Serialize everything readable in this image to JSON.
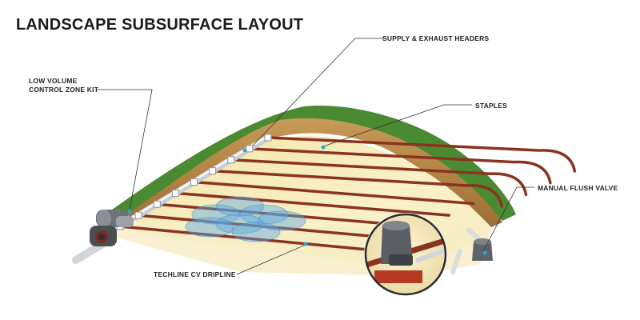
{
  "title": "LANDSCAPE SUBSURFACE LAYOUT",
  "labels": {
    "control_zone_kit": [
      "LOW VOLUME",
      "CONTROL ZONE KIT"
    ],
    "headers": "SUPPLY & EXHAUST HEADERS",
    "staples": "STAPLES",
    "flush_valve": "MANUAL FLUSH VALVE",
    "dripline": "TECHLINE CV DRIPLINE"
  },
  "colors": {
    "grass": "#3f7d2a",
    "soil": "#b98a4a",
    "sand": "#f6eab8",
    "dripline": "#8a3320",
    "header_pipe": "#d9dde2",
    "callout_dot": "#2aa7d6",
    "wet_zone": "#5aa9e0"
  },
  "diagram": {
    "dripline_count": 9,
    "staple_count": 9
  }
}
